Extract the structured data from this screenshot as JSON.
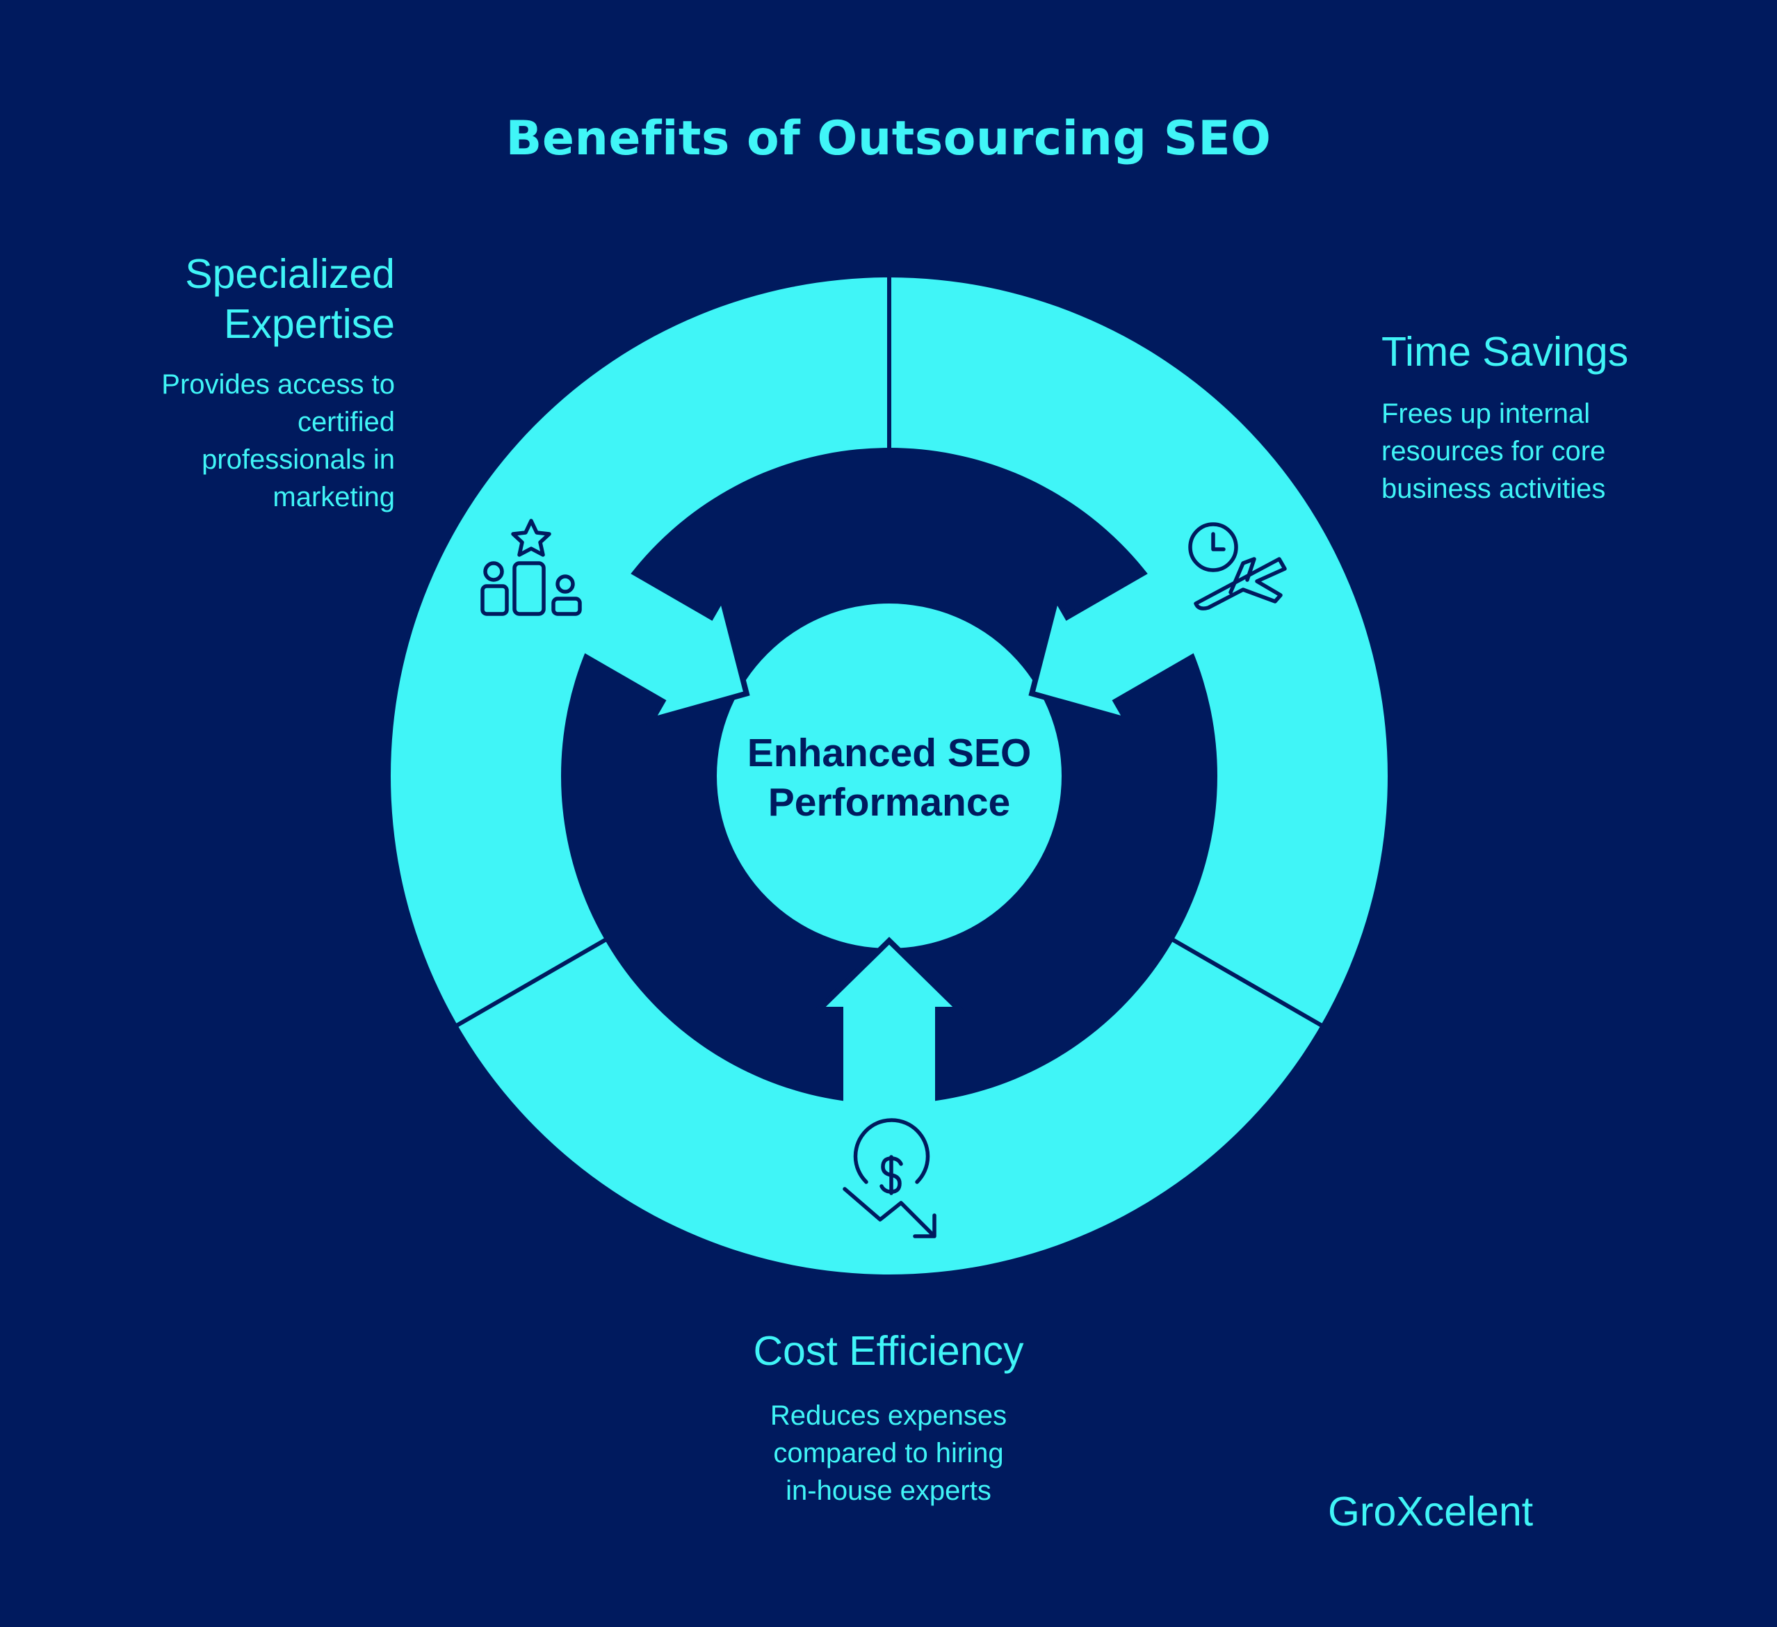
{
  "title": "Benefits of Outsourcing SEO",
  "colors": {
    "background": "#001a5e",
    "accent": "#40f5f7",
    "dark_text": "#001a5e"
  },
  "center": {
    "label_line1": "Enhanced SEO",
    "label_line2": "Performance"
  },
  "segments": [
    {
      "id": "specialized-expertise",
      "heading_line1": "Specialized",
      "heading_line2": "Expertise",
      "description_lines": [
        "Provides access to",
        "certified",
        "professionals in",
        "marketing"
      ],
      "icon": "podium-star-icon",
      "position": "upper-left"
    },
    {
      "id": "time-savings",
      "heading_line1": "Time Savings",
      "description_lines": [
        "Frees up internal",
        "resources for core",
        "business activities"
      ],
      "icon": "clock-airplane-icon",
      "position": "upper-right"
    },
    {
      "id": "cost-efficiency",
      "heading_line1": "Cost Efficiency",
      "description_lines": [
        "Reduces expenses",
        "compared to hiring",
        "in-house experts"
      ],
      "icon": "dollar-down-trend-icon",
      "position": "bottom"
    }
  ],
  "brand": "GroXcelent"
}
